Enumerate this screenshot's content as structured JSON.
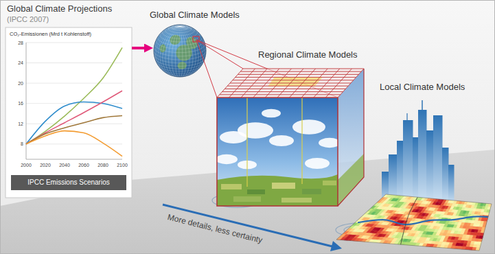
{
  "diagram": {
    "title": "Global Climate Projections",
    "nodes": [
      {
        "text": [
          "IPCC Emissions Scenarios"
        ]
      },
      {
        "text": [
          "Global Climate Models"
        ]
      },
      {
        "text": [
          "Regional Climate Models"
        ]
      },
      {
        "text": [
          "Local Climate Models"
        ]
      }
    ],
    "edges": [
      {
        "from": 0,
        "to": 1,
        "arrow": "to"
      }
    ],
    "labels": [
      "(IPCC 2007)",
      "CO₂-Emissionen (Mrd t Kohlenstoff)",
      "28",
      "24",
      "20",
      "16",
      "12",
      "8",
      "2000",
      "2020",
      "2040",
      "2060",
      "2080",
      "2100",
      "More details, less certainty"
    ]
  }
}
